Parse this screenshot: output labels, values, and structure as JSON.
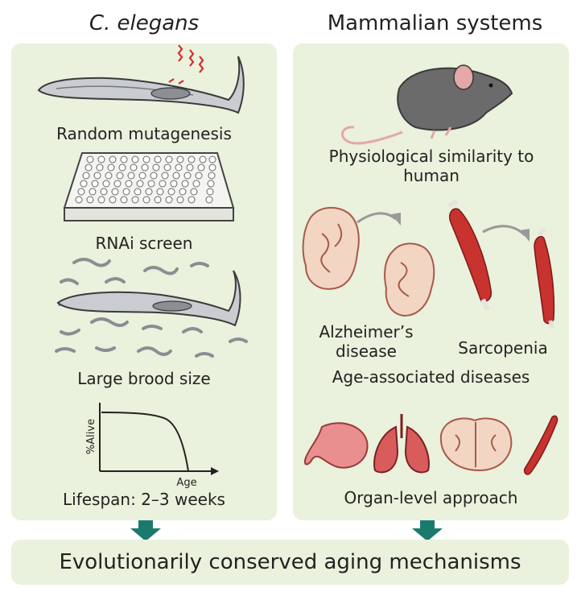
{
  "left_panel": {
    "title": "C. elegans",
    "labels": {
      "mutagenesis": "Random mutagenesis",
      "rnai": "RNAi screen",
      "brood": "Large brood size",
      "lifespan": "Lifespan: 2–3 weeks"
    },
    "survival_plot": {
      "y_label": "%Alive",
      "x_label": "Age"
    }
  },
  "right_panel": {
    "title": "Mammalian systems",
    "labels": {
      "physiology": "Physiological similarity to human",
      "alzheimers": "Alzheimer’s disease",
      "sarcopenia": "Sarcopenia",
      "age_diseases": "Age-associated diseases",
      "organ": "Organ-level approach"
    }
  },
  "conclusion": "Evolutionarily conserved aging mechanisms",
  "colors": {
    "panel": "#eaf1dc",
    "arrow": "#1b7a6e",
    "muscle": "#c8322f",
    "brain": "#f2d5c3",
    "mouse": "#6b6b6b",
    "radiation": "#d62b2b"
  }
}
